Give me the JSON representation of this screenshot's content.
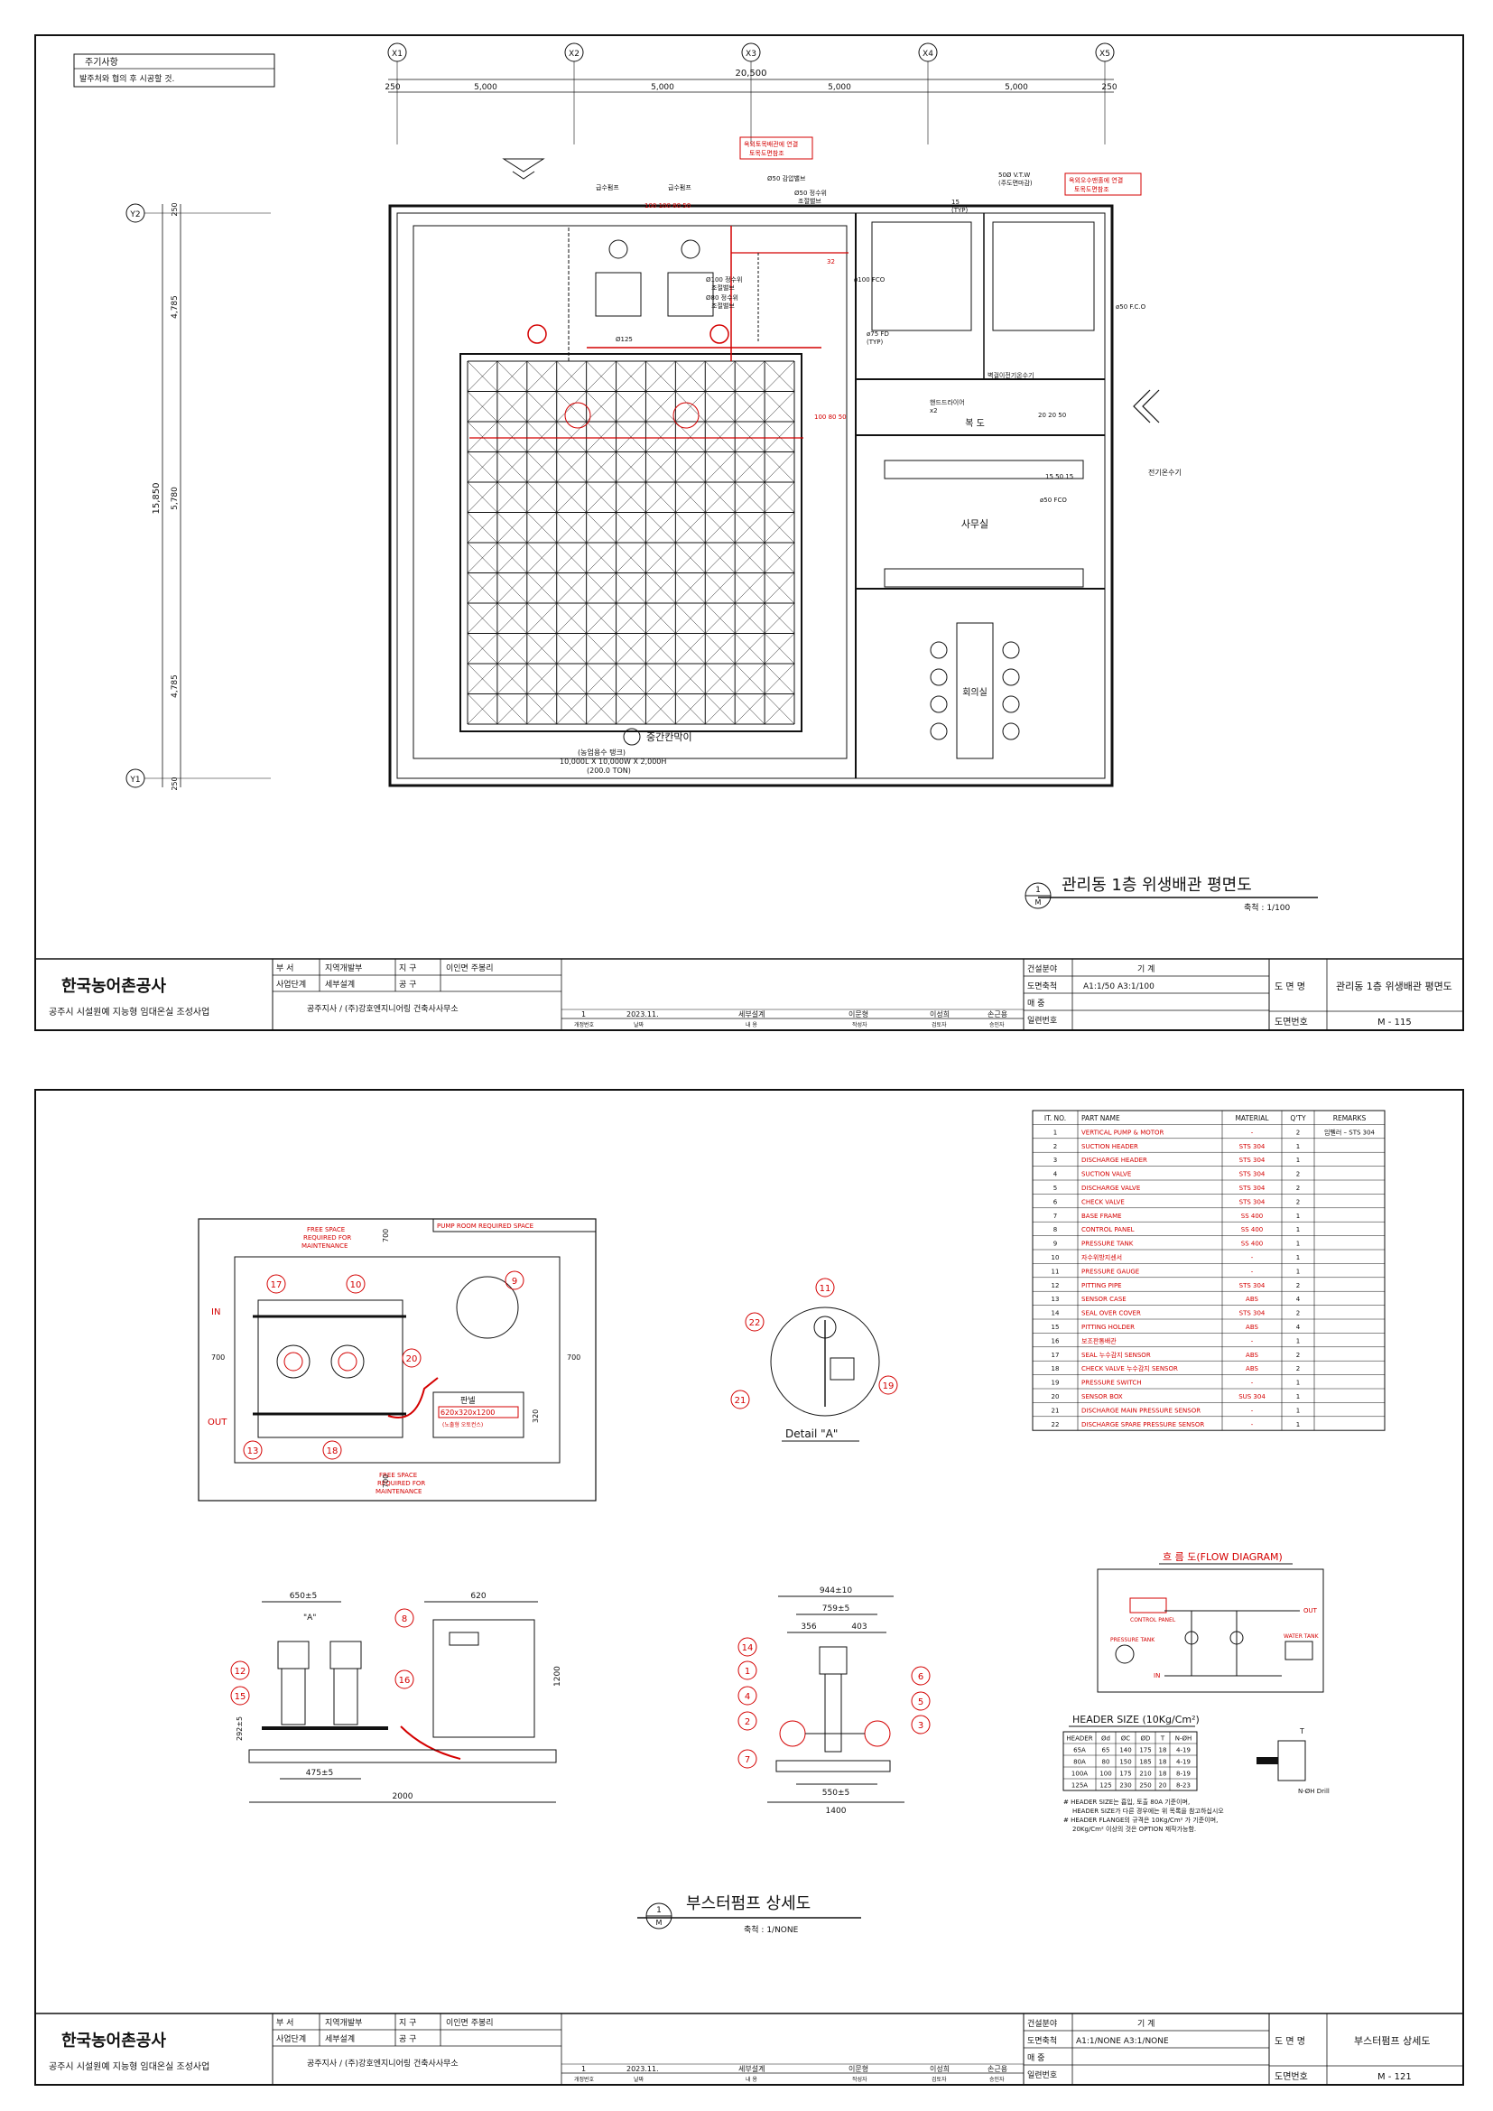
{
  "sheet1": {
    "note": {
      "title": "주기사항",
      "body": "발주처와 협의 후 시공할 것."
    },
    "grid_columns": [
      "X1",
      "X2",
      "X3",
      "X4",
      "X5"
    ],
    "grid_rows": [
      "Y2",
      "Y1"
    ],
    "dim_total_x": "20,500",
    "dim_segments_x": [
      "250",
      "5,000",
      "5,000",
      "5,000",
      "5,000",
      "250"
    ],
    "dim_total_y": "15,850",
    "dim_segments_y": [
      "250",
      "4,785",
      "5,780",
      "4,785",
      "250"
    ],
    "room_labels": {
      "corridor": "복 도",
      "office": "사무실",
      "meeting": "회의실",
      "tank_label": "중간칸막이"
    },
    "tank_spec": [
      "(농업용수 탱크)",
      "10,000L X 10,000W X 2,000H",
      "(200.0 TON)"
    ],
    "pipe_labels": {
      "in1": "옥외토목배관에 연결",
      "in1b": "토목도면참조",
      "in2": "옥외오수맨홀에 연결",
      "in2b": "토목도면참조",
      "l1": "급수펌프",
      "l2": "급수펌프",
      "l3": "Ø50 감압밸브",
      "l4": "Ø50 정수위",
      "l4b": "조절밸브",
      "l5": "Ø100 정수위",
      "l5b": "조절밸브",
      "l6": "Ø80 정수위",
      "l6b": "조절밸브",
      "l7": "Ø125",
      "l8": "50Ø V.T.W",
      "l8b": "(주도면마감)",
      "l9": "15",
      "l9b": "(TYP)",
      "l10": "ø100 FCO",
      "l11": "ø50 F.C.O",
      "l12": "ø75 FD",
      "l12b": "(TYP)",
      "l13": "핸드드라이어",
      "l13b": "x2",
      "l14": "15 50 15",
      "l15": "ø50 FCO",
      "l16": "전기온수기",
      "l17": "벽걸이전기온수기",
      "l18": "20 20 50",
      "l19": "100 100 80 50",
      "l20": "100 80 50",
      "l21": "32"
    },
    "title": "관리동 1층 위생배관 평면도",
    "scale": "축척 : 1/100",
    "symbol_num": "1",
    "symbol_sub": "M",
    "tb": {
      "company": "한국농어촌공사",
      "project": "공주시 시설원예 지능형 임대온실 조성사업",
      "dept_label": "부    서",
      "dept": "지역개발부",
      "area_label": "지    구",
      "area": "이인면 주봉리",
      "stage_label": "사업단계",
      "stage": "세부설계",
      "type_label": "공    구",
      "type": "",
      "office": "공주지사 / (주)강호엔지니어링 건축사사무소",
      "rev_no": "1",
      "rev_date": "2023.11.",
      "rev_content": "세부설계",
      "author": "이문형",
      "checker": "이성희",
      "approver": "손근용",
      "rev_no_label": "개정번호",
      "rev_date_label": "날짜",
      "rev_content_label": "내    용",
      "author_label": "작성자",
      "checker_label": "검토자",
      "approver_label": "승인자",
      "field_label": "건설분야",
      "field": "기    계",
      "scale_label": "도면축척",
      "scale": "A1:1/50 A3:1/100",
      "count_label": "매    중",
      "count": "",
      "serial_label": "일련번호",
      "serial": "",
      "dwg_name_label": "도 면 명",
      "dwg_name": "관리동 1층 위생배관 평면도",
      "dwg_no_label": "도면번호",
      "dwg_no": "M - 115"
    }
  },
  "sheet2": {
    "plan_labels": {
      "room_req": "PUMP ROOM REQUIRED SPACE",
      "free1": "FREE SPACE",
      "free1b": "REQUIRED FOR",
      "free1c": "MAINTENANCE",
      "free2": "FREE SPACE",
      "free2b": "REQUIRED FOR",
      "free2c": "MAINTENANCE",
      "in": "IN",
      "out": "OUT",
      "d700": "700",
      "panel": "판넬",
      "panel_dim": "620x320x1200",
      "panel_sub": "(노출형 오토컨스)",
      "d320": "320"
    },
    "balloons_plan": [
      "17",
      "10",
      "9",
      "20",
      "13",
      "18"
    ],
    "detail_balloons": [
      "11",
      "22",
      "21",
      "19"
    ],
    "detail_label": "Detail \"A\"",
    "elev_left": {
      "w1": "650±5",
      "w2": "620",
      "w3": "475±5",
      "w4": "2000",
      "h1": "1200",
      "h2": "292±5",
      "a": "\"A\""
    },
    "elev_left_balloons": [
      "8",
      "16",
      "12",
      "15"
    ],
    "elev_right": {
      "w1": "944±10",
      "w2": "759±5",
      "w3a": "356",
      "w3b": "403",
      "w4": "550±5",
      "w5": "1400"
    },
    "elev_right_balloons": [
      "14",
      "1",
      "4",
      "2",
      "7",
      "6",
      "5",
      "3"
    ],
    "parts_table": {
      "headers": [
        "IT. NO.",
        "PART NAME",
        "MATERIAL",
        "Q'TY",
        "REMARKS"
      ],
      "rows": [
        [
          "1",
          "VERTICAL PUMP & MOTOR",
          "-",
          "2",
          "임펠러 – STS 304"
        ],
        [
          "2",
          "SUCTION HEADER",
          "STS 304",
          "1",
          ""
        ],
        [
          "3",
          "DISCHARGE HEADER",
          "STS 304",
          "1",
          ""
        ],
        [
          "4",
          "SUCTION VALVE",
          "STS 304",
          "2",
          ""
        ],
        [
          "5",
          "DISCHARGE VALVE",
          "STS 304",
          "2",
          ""
        ],
        [
          "6",
          "CHECK VALVE",
          "STS 304",
          "2",
          ""
        ],
        [
          "7",
          "BASE FRAME",
          "SS 400",
          "1",
          ""
        ],
        [
          "8",
          "CONTROL PANEL",
          "SS 400",
          "1",
          ""
        ],
        [
          "9",
          "PRESSURE TANK",
          "SS 400",
          "1",
          ""
        ],
        [
          "10",
          "자수위방지센서",
          "-",
          "1",
          ""
        ],
        [
          "11",
          "PRESSURE GAUGE",
          "-",
          "1",
          ""
        ],
        [
          "12",
          "PITTING PIPE",
          "STS 304",
          "2",
          ""
        ],
        [
          "13",
          "SENSOR CASE",
          "ABS",
          "4",
          ""
        ],
        [
          "14",
          "SEAL OVER COVER",
          "STS 304",
          "2",
          ""
        ],
        [
          "15",
          "PITTING HOLDER",
          "ABS",
          "4",
          ""
        ],
        [
          "16",
          "보조판통배관",
          "-",
          "1",
          ""
        ],
        [
          "17",
          "SEAL 누수감지 SENSOR",
          "ABS",
          "2",
          ""
        ],
        [
          "18",
          "CHECK VALVE 누수감지 SENSOR",
          "ABS",
          "2",
          ""
        ],
        [
          "19",
          "PRESSURE SWITCH",
          "-",
          "1",
          ""
        ],
        [
          "20",
          "SENSOR BOX",
          "SUS 304",
          "1",
          ""
        ],
        [
          "21",
          "DISCHARGE MAIN PRESSURE SENSOR",
          "-",
          "1",
          ""
        ],
        [
          "22",
          "DISCHARGE SPARE PRESSURE SENSOR",
          "-",
          "1",
          ""
        ]
      ]
    },
    "flow_title": "흐 름 도(FLOW DIAGRAM)",
    "flow_labels": {
      "control": "CONTROL PANEL",
      "tank": "PRESSURE TANK",
      "out": "OUT",
      "in": "IN",
      "water_tank": "WATER TANK"
    },
    "header_title": "HEADER SIZE (10Kg/Cm²)",
    "header_table": {
      "headers": [
        "HEADER",
        "Ød",
        "ØC",
        "ØD",
        "T",
        "N-ØH"
      ],
      "rows": [
        [
          "65A",
          "65",
          "140",
          "175",
          "18",
          "4-19"
        ],
        [
          "80A",
          "80",
          "150",
          "185",
          "18",
          "4-19"
        ],
        [
          "100A",
          "100",
          "175",
          "210",
          "18",
          "8-19"
        ],
        [
          "125A",
          "125",
          "230",
          "250",
          "20",
          "8-23"
        ]
      ]
    },
    "header_notes": [
      "# HEADER SIZE는 흡입, 토출 80A 기준이며,",
      "HEADER SIZE가 다른 경우에는 위 목록을 참고하십시오",
      "# HEADER FLANGE의 규격은 10Kg/Cm² 가 기준이며,",
      "20Kg/Cm² 이상의 것은 OPTION 제작가능함."
    ],
    "header_detail_labels": {
      "t": "T",
      "n": "N-ØH Drill"
    },
    "title": "부스터펌프 상세도",
    "scale": "축척 : 1/NONE",
    "symbol_num": "1",
    "symbol_sub": "M",
    "tb": {
      "company": "한국농어촌공사",
      "project": "공주시 시설원예 지능형 임대온실 조성사업",
      "dept_label": "부    서",
      "dept": "지역개발부",
      "area_label": "지    구",
      "area": "이인면 주봉리",
      "stage_label": "사업단계",
      "stage": "세부설계",
      "type_label": "공    구",
      "type": "",
      "office": "공주지사 / (주)강호엔지니어링 건축사사무소",
      "rev_no": "1",
      "rev_date": "2023.11.",
      "rev_content": "세부설계",
      "author": "이문형",
      "checker": "이성희",
      "approver": "손근용",
      "rev_no_label": "개정번호",
      "rev_date_label": "날짜",
      "rev_content_label": "내    용",
      "author_label": "작성자",
      "checker_label": "검토자",
      "approver_label": "승인자",
      "field_label": "건설분야",
      "field": "기    계",
      "scale_label": "도면축척",
      "scale": "A1:1/NONE A3:1/NONE",
      "count_label": "매    중",
      "count": "",
      "serial_label": "일련번호",
      "serial": "",
      "dwg_name_label": "도 면 명",
      "dwg_name": "부스터펌프 상세도",
      "dwg_no_label": "도면번호",
      "dwg_no": "M - 121"
    }
  },
  "colors": {
    "line": "#111111",
    "red": "#d40000",
    "grey": "#666666"
  }
}
